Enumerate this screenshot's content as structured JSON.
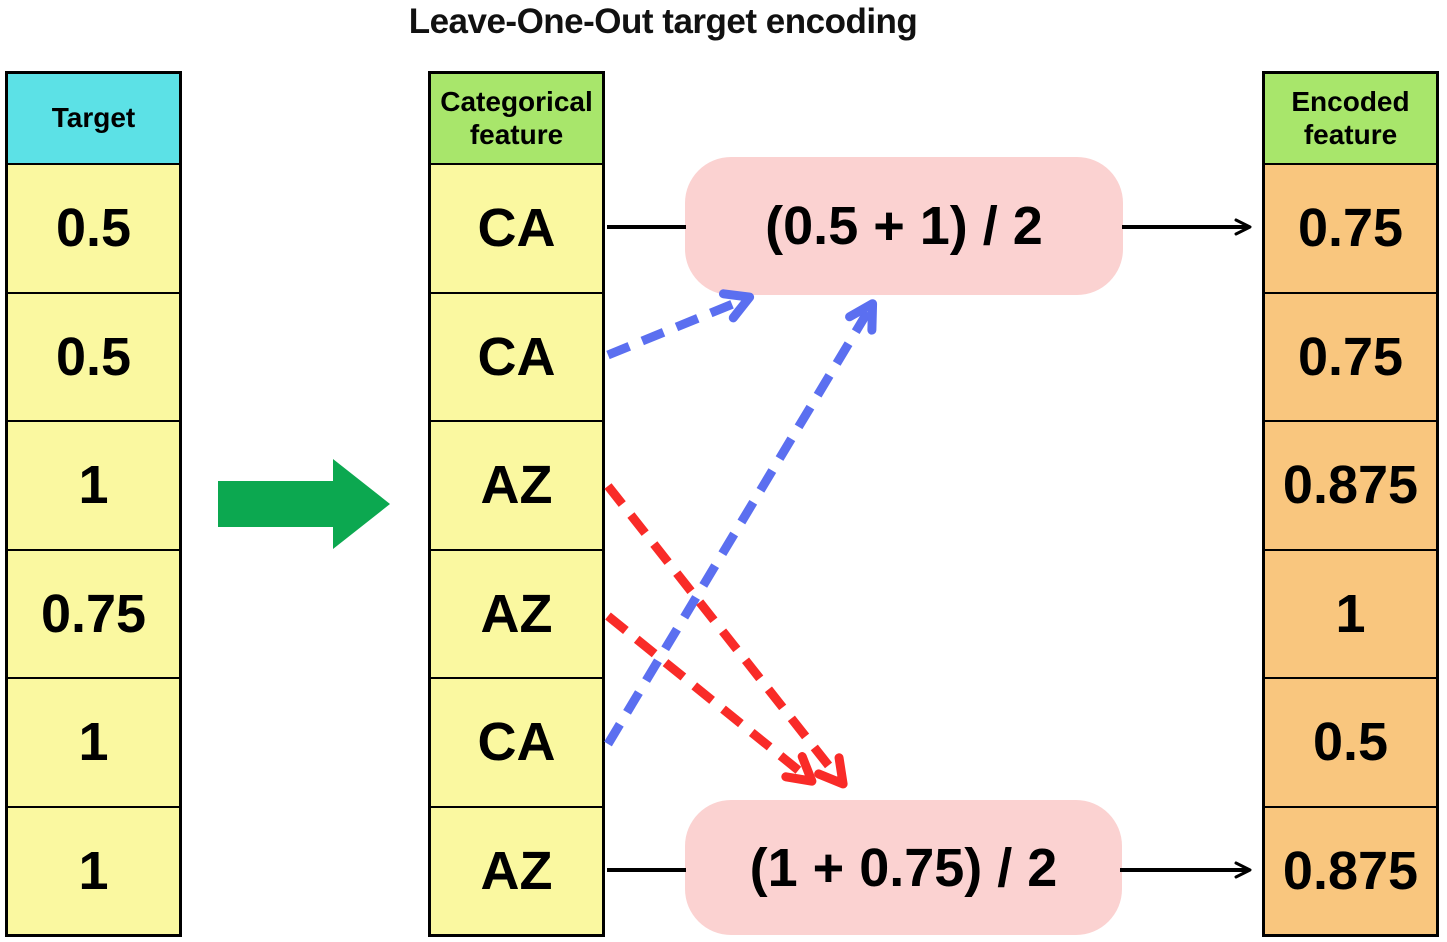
{
  "title": "Leave-One-Out target encoding",
  "tables": {
    "target": {
      "header": "Target",
      "rows": [
        "0.5",
        "0.5",
        "1",
        "0.75",
        "1",
        "1"
      ]
    },
    "categorical": {
      "header": "Categorical feature",
      "rows": [
        "CA",
        "CA",
        "AZ",
        "AZ",
        "CA",
        "AZ"
      ]
    },
    "encoded": {
      "header": "Encoded feature",
      "rows": [
        "0.75",
        "0.75",
        "0.875",
        "1",
        "0.5",
        "0.875"
      ]
    }
  },
  "formulas": {
    "top": "(0.5 + 1) / 2",
    "bottom": "(1 + 0.75) / 2"
  },
  "icons": {
    "transform_arrow": "green-right-arrow-icon",
    "blue_arrows_meaning": "other CA rows contributing targets",
    "red_arrows_meaning": "other AZ rows contributing targets"
  },
  "colors": {
    "header_cyan": "#5CE1E6",
    "header_green": "#A8E66B",
    "cell_yellow": "#FAF8A0",
    "cell_orange": "#F9C67E",
    "formula_pink": "#FBD2D1",
    "arrow_green": "#0CA850",
    "arrow_blue": "#5B6FF0",
    "arrow_red": "#F92B28",
    "line_black": "#000000"
  }
}
